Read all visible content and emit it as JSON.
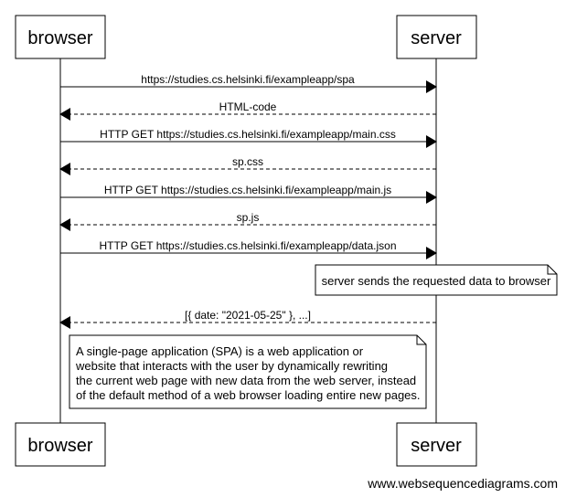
{
  "actors": {
    "left": "browser",
    "right": "server"
  },
  "messages": [
    {
      "label": "https://studies.cs.helsinki.fi/exampleapp/spa",
      "direction": "right",
      "style": "solid"
    },
    {
      "label": "HTML-code",
      "direction": "left",
      "style": "dashed"
    },
    {
      "label": "HTTP GET https://studies.cs.helsinki.fi/exampleapp/main.css",
      "direction": "right",
      "style": "solid"
    },
    {
      "label": "sp.css",
      "direction": "left",
      "style": "dashed"
    },
    {
      "label": "HTTP GET https://studies.cs.helsinki.fi/exampleapp/main.js",
      "direction": "right",
      "style": "solid"
    },
    {
      "label": "sp.js",
      "direction": "left",
      "style": "dashed"
    },
    {
      "label": "HTTP GET https://studies.cs.helsinki.fi/exampleapp/data.json",
      "direction": "right",
      "style": "solid"
    },
    {
      "label": "[{  date: \"2021-05-25\" }, ...]",
      "direction": "left",
      "style": "dashed"
    }
  ],
  "notes": {
    "server_note": "server sends the requested data to browser",
    "spa_note": [
      "A single-page application (SPA) is a web application or",
      "website that interacts with the user by dynamically rewriting",
      "the current web page with new data from the web server, instead",
      "of the default method of a web browser loading entire new pages."
    ]
  },
  "watermark": "www.websequencediagrams.com",
  "colors": {
    "line": "#000000",
    "background": "#ffffff"
  }
}
